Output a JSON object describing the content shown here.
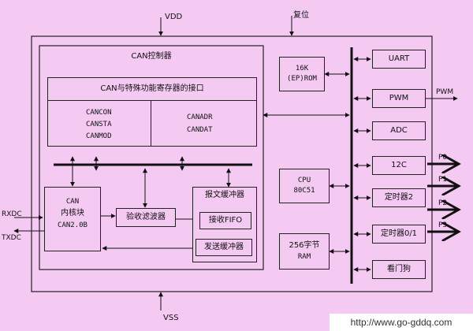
{
  "pins": {
    "vdd": "VDD",
    "reset": "复位",
    "vss": "VSS",
    "rxdc": "RXDC",
    "txdc": "TXDC",
    "pwm": "PWM",
    "p0": "P0",
    "p1": "P1",
    "p2": "P2",
    "p3": "P3"
  },
  "can": {
    "title": "CAN控制器",
    "interface": "CAN与特殊功能寄存器的接口",
    "regs_left": [
      "CANCON",
      "CANSTA",
      "CANMOD"
    ],
    "regs_right": [
      "CANADR",
      "CANDAT"
    ],
    "core": [
      "CAN",
      "内核块",
      "CAN2.0B"
    ],
    "filter": "验收滤波器",
    "buffer_title": "报文缓冲器",
    "rx_fifo": "接收FIFO",
    "tx_buffer": "发送缓冲器"
  },
  "mid": {
    "rom": [
      "16K",
      "(EP)ROM"
    ],
    "cpu": [
      "CPU",
      "80C51"
    ],
    "ram": [
      "256字节",
      "RAM"
    ]
  },
  "periph": [
    "UART",
    "PWM",
    "ADC",
    "12C",
    "定时器2",
    "定时器0/1",
    "看门狗"
  ],
  "watermark": "http://www.go-gddq.com"
}
